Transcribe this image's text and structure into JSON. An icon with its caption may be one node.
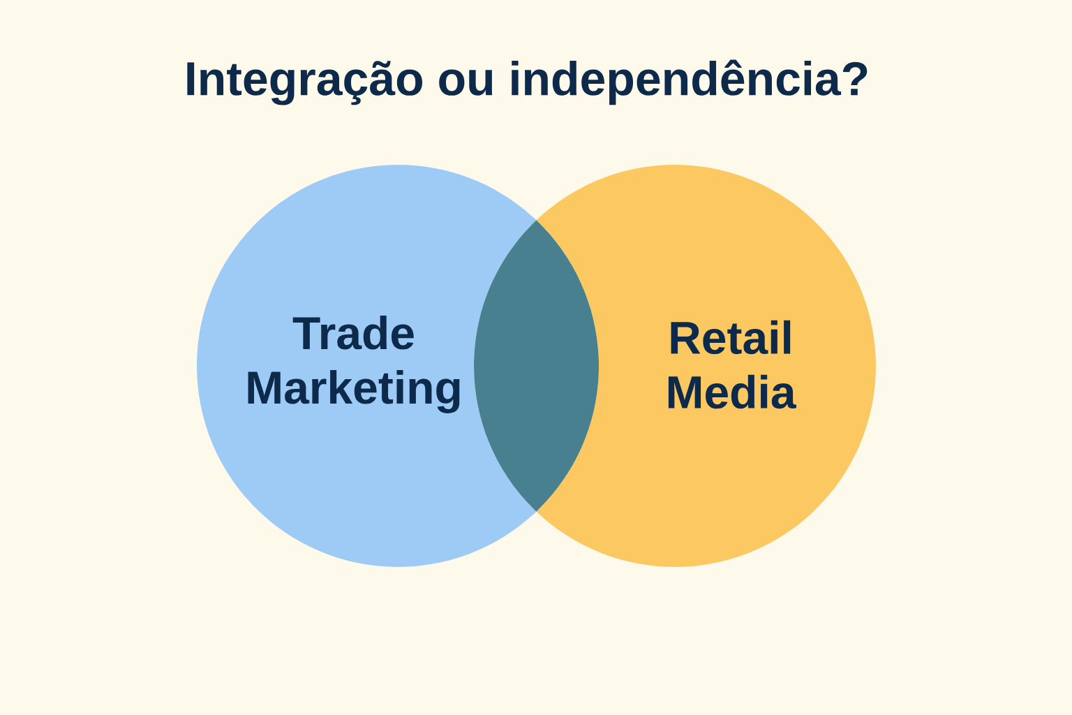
{
  "diagram": {
    "title": "Integração ou independência?",
    "nodes": [
      {
        "text": [
          "Trade Marketing"
        ]
      },
      {
        "text": [
          "Retail Media"
        ]
      },
      {
        "text": [],
        "shape": "lens"
      }
    ]
  }
}
